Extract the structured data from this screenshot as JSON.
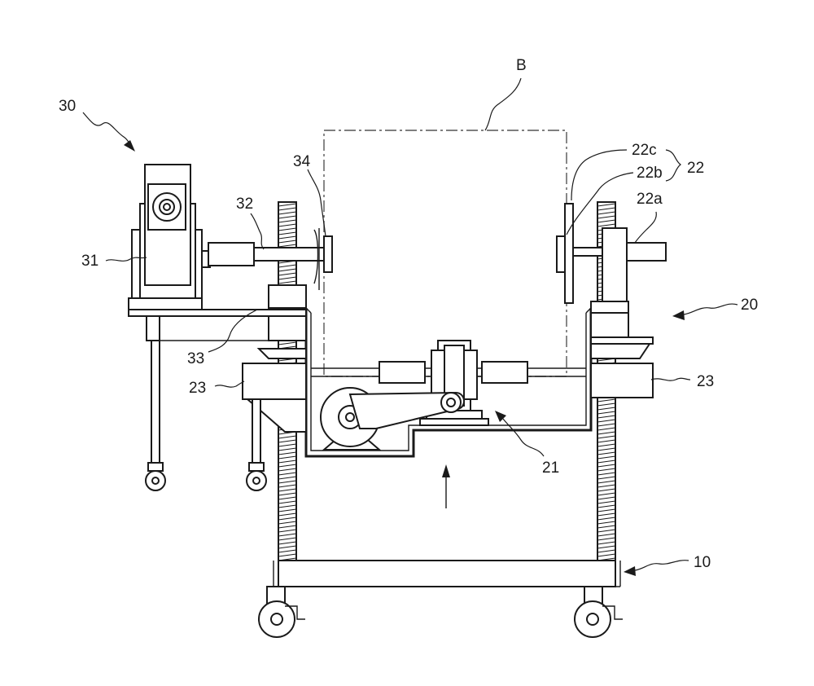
{
  "labels": {
    "l10": "10",
    "l20": "20",
    "l21": "21",
    "l22": "22",
    "l22a": "22a",
    "l22b": "22b",
    "l22c": "22c",
    "l23_left": "23",
    "l23_right": "23",
    "l30": "30",
    "l31": "31",
    "l32": "32",
    "l33": "33",
    "l34": "34",
    "lB": "B"
  }
}
